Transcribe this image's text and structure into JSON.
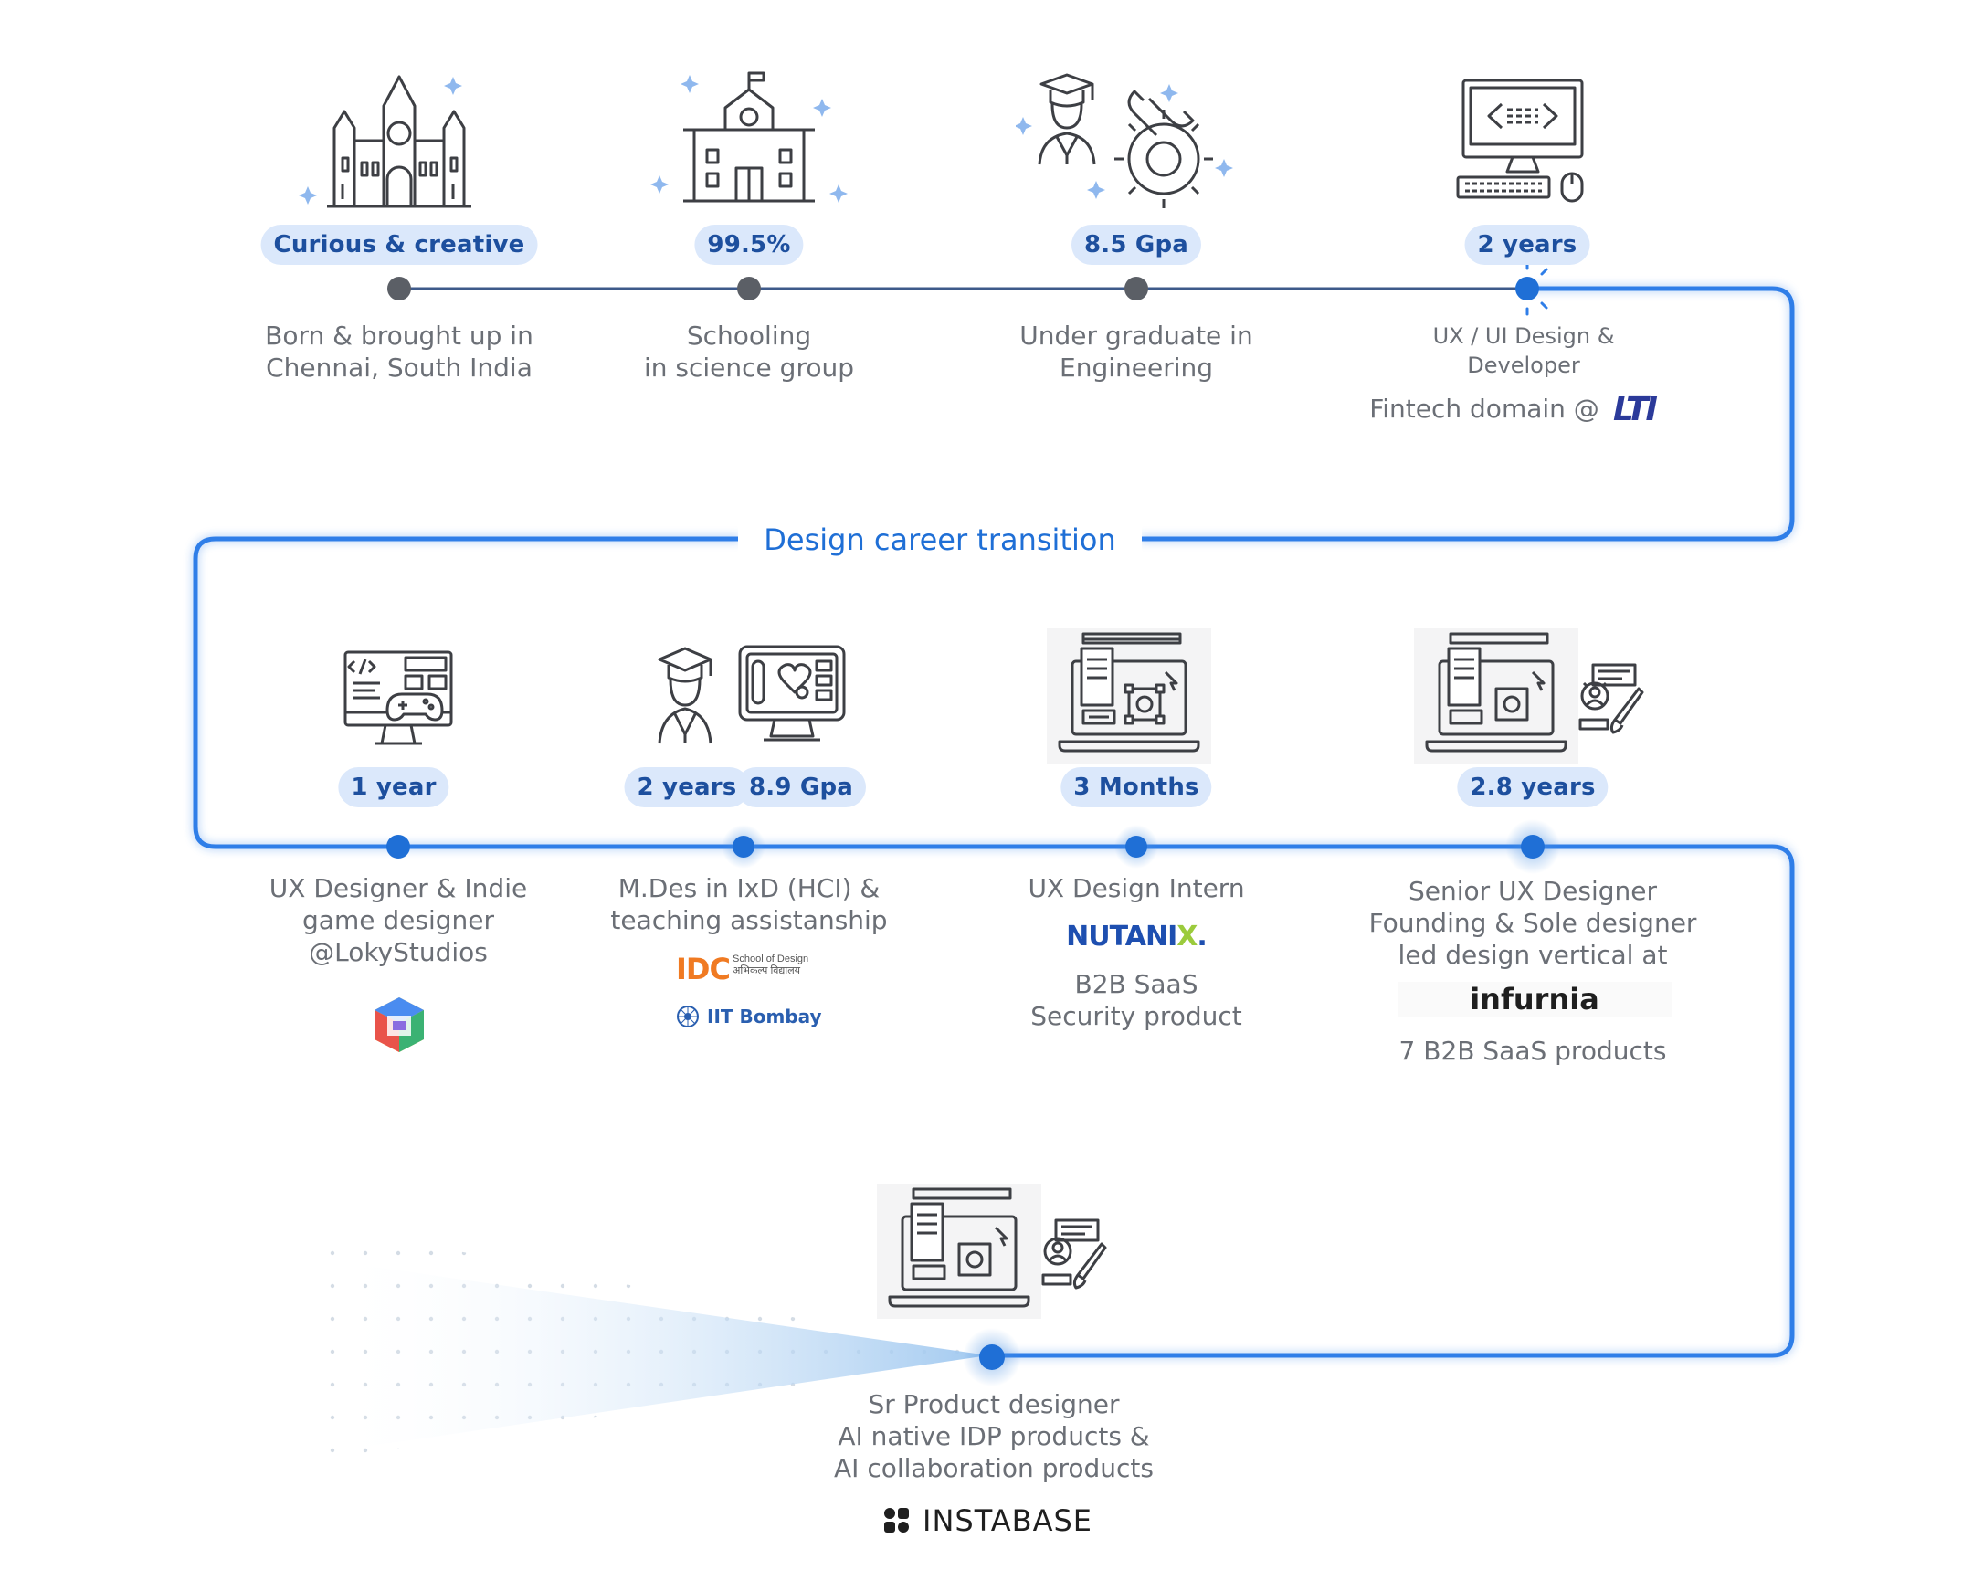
{
  "accent_color": "#1f6fd6",
  "section_label": "Design career transition",
  "row1": [
    {
      "badge": "Curious & creative",
      "lines": [
        "Born & brought up in",
        "Chennai, South India"
      ],
      "icon": "heritage-building-icon"
    },
    {
      "badge": "99.5%",
      "lines": [
        "Schooling",
        "in science group"
      ],
      "icon": "school-building-icon"
    },
    {
      "badge": "8.5 Gpa",
      "lines": [
        "Under graduate in",
        "Engineering"
      ],
      "icon": "graduate-engineering-gear-icon"
    },
    {
      "badge": "2 years",
      "lines": [
        "UX / UI Design &",
        "Developer"
      ],
      "extra": "Fintech domain @",
      "logo": "LTI",
      "icon": "computer-code-icon"
    }
  ],
  "row2": [
    {
      "badges": [
        "1 year"
      ],
      "lines": [
        "UX Designer & Indie",
        "game designer",
        "@LokyStudios"
      ],
      "icon": "game-design-monitor-icon",
      "logo_icon": "loky-studios-logo"
    },
    {
      "badges": [
        "2 years",
        "8.9 Gpa"
      ],
      "lines": [
        "M.Des in IxD (HCI) &",
        "teaching assistanship"
      ],
      "logos": {
        "idc": "IDC",
        "idc_sub1": "School of Design",
        "idc_sub2": "अभिकल्प विद्यालय",
        "iitb": "IIT Bombay"
      },
      "icon": "graduate-design-monitor-icon"
    },
    {
      "badges": [
        "3 Months"
      ],
      "lines": [
        "UX Design Intern"
      ],
      "logo": {
        "main": "NUTANI",
        "x": "X",
        "dot": "."
      },
      "lines_after": [
        "B2B SaaS",
        "Security product"
      ],
      "icon": "laptop-design-icon"
    },
    {
      "badges": [
        "2.8 years"
      ],
      "lines": [
        "Senior UX Designer",
        "Founding & Sole designer",
        "led design vertical at"
      ],
      "logo": "infurnia",
      "lines_after": [
        "7 B2B SaaS products"
      ],
      "icon": "laptop-design-user-icon"
    }
  ],
  "row3": {
    "lines": [
      "Sr Product designer",
      "AI native IDP products &",
      "AI collaboration products"
    ],
    "logo": "INSTABASE",
    "icon": "laptop-design-user-icon"
  }
}
